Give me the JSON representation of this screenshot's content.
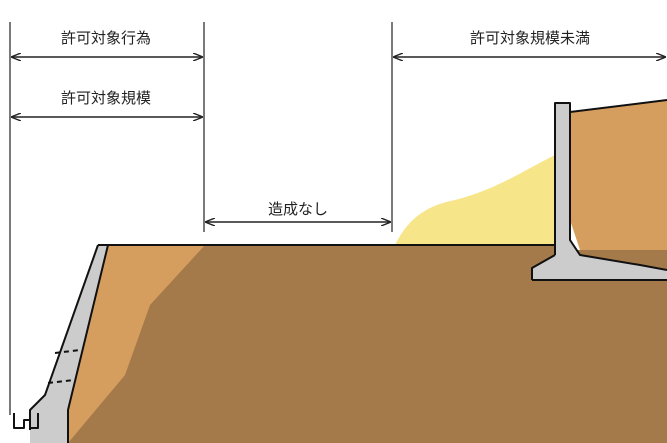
{
  "labels": {
    "permit_target_act": "許可対象行為",
    "permit_target_scale": "許可対象規模",
    "no_development": "造成なし",
    "below_permit_scale": "許可対象規模未満"
  },
  "colors": {
    "native_ground": "#A57A4A",
    "cut_fill_zone": "#D69E5E",
    "new_fill": "#F7E58A",
    "concrete": "#CCCCCC",
    "line": "#111111"
  }
}
